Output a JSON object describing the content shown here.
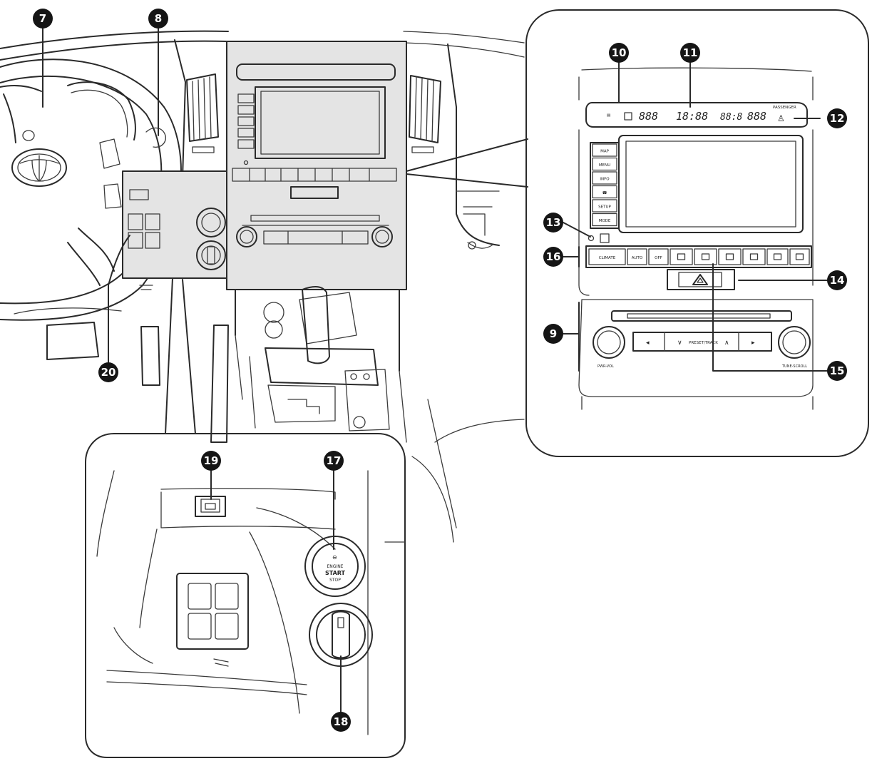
{
  "callouts": [
    {
      "id": "7",
      "label": "7"
    },
    {
      "id": "8",
      "label": "8"
    },
    {
      "id": "9",
      "label": "9"
    },
    {
      "id": "10",
      "label": "10"
    },
    {
      "id": "11",
      "label": "11"
    },
    {
      "id": "12",
      "label": "12"
    },
    {
      "id": "13",
      "label": "13"
    },
    {
      "id": "14",
      "label": "14"
    },
    {
      "id": "15",
      "label": "15"
    },
    {
      "id": "16",
      "label": "16"
    },
    {
      "id": "17",
      "label": "17"
    },
    {
      "id": "18",
      "label": "18"
    },
    {
      "id": "19",
      "label": "19"
    },
    {
      "id": "20",
      "label": "20"
    }
  ],
  "display": {
    "seg1": "888",
    "seg_time": "18:88",
    "seg3": "88:8",
    "seg4": "888",
    "passenger": "PASSENGER"
  },
  "side_buttons": [
    "MAP",
    "MENU",
    "INFO",
    "☎",
    "SETUP",
    "MODE"
  ],
  "climate_buttons": [
    "CLIMATE",
    "AUTO",
    "OFF",
    "",
    "",
    "",
    "",
    "",
    ""
  ],
  "audio": {
    "preset_label": "PRESET/TRACK",
    "left_knob": "PWR-VOL",
    "right_knob": "TUNE-SCROLL"
  },
  "ignition": {
    "line1": "ENGINE",
    "line2": "START",
    "line3": "STOP"
  }
}
